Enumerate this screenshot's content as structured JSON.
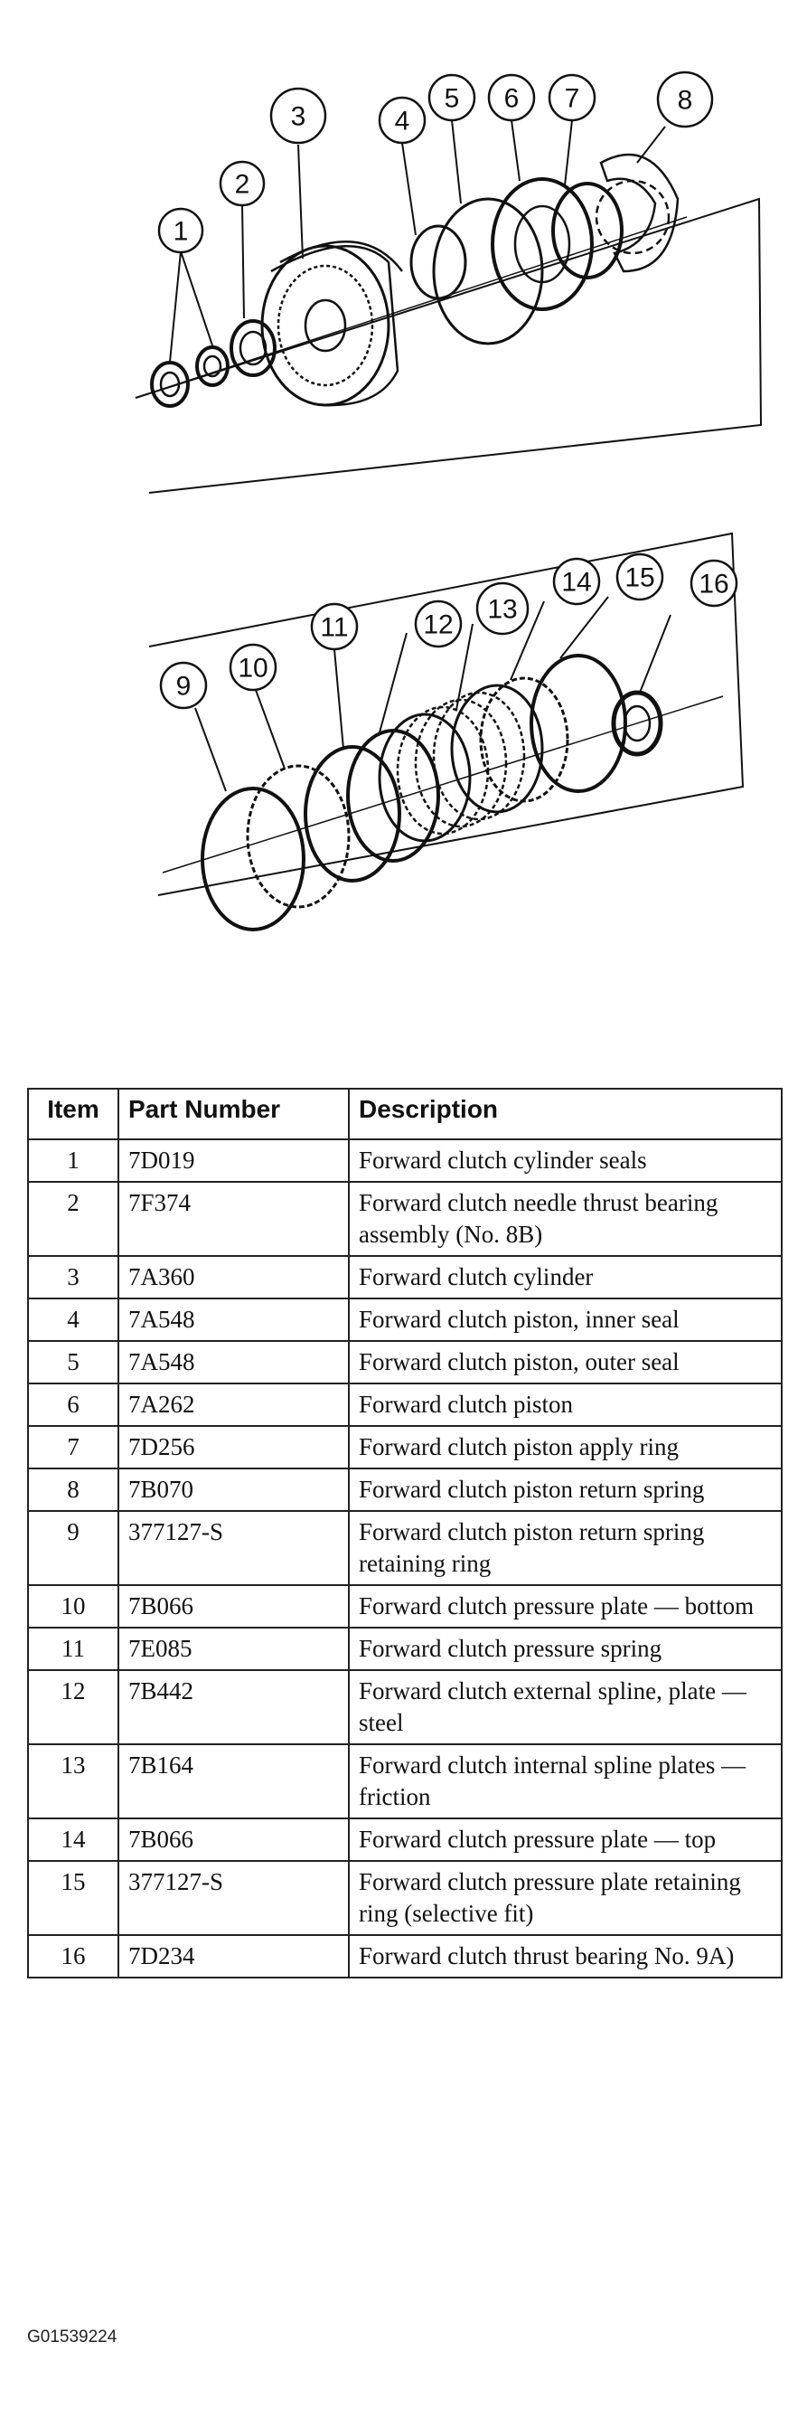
{
  "callouts": [
    "1",
    "2",
    "3",
    "4",
    "5",
    "6",
    "7",
    "8",
    "9",
    "10",
    "11",
    "12",
    "13",
    "14",
    "15",
    "16"
  ],
  "table": {
    "headers": {
      "item": "Item",
      "part_number": "Part Number",
      "description": "Description"
    },
    "rows": [
      {
        "item": "1",
        "part_number": "7D019",
        "description": "Forward clutch cylinder seals"
      },
      {
        "item": "2",
        "part_number": "7F374",
        "description": "Forward clutch needle thrust bearing assembly (No. 8B)"
      },
      {
        "item": "3",
        "part_number": "7A360",
        "description": "Forward clutch cylinder"
      },
      {
        "item": "4",
        "part_number": "7A548",
        "description": "Forward clutch piston, inner seal"
      },
      {
        "item": "5",
        "part_number": "7A548",
        "description": "Forward clutch piston, outer seal"
      },
      {
        "item": "6",
        "part_number": "7A262",
        "description": "Forward clutch piston"
      },
      {
        "item": "7",
        "part_number": "7D256",
        "description": "Forward clutch piston apply ring"
      },
      {
        "item": "8",
        "part_number": "7B070",
        "description": "Forward clutch piston return spring"
      },
      {
        "item": "9",
        "part_number": "377127-S",
        "description": "Forward clutch piston return spring retaining ring"
      },
      {
        "item": "10",
        "part_number": "7B066",
        "description": "Forward clutch pressure plate — bottom"
      },
      {
        "item": "11",
        "part_number": "7E085",
        "description": "Forward clutch pressure spring"
      },
      {
        "item": "12",
        "part_number": "7B442",
        "description": "Forward clutch external spline, plate — steel"
      },
      {
        "item": "13",
        "part_number": "7B164",
        "description": "Forward clutch internal spline plates — friction"
      },
      {
        "item": "14",
        "part_number": "7B066",
        "description": "Forward clutch pressure plate — top"
      },
      {
        "item": "15",
        "part_number": "377127-S",
        "description": "Forward clutch pressure plate retaining ring (selective fit)"
      },
      {
        "item": "16",
        "part_number": "7D234",
        "description": "Forward clutch thrust bearing No. 9A)"
      }
    ]
  },
  "figure_id": "G01539224"
}
